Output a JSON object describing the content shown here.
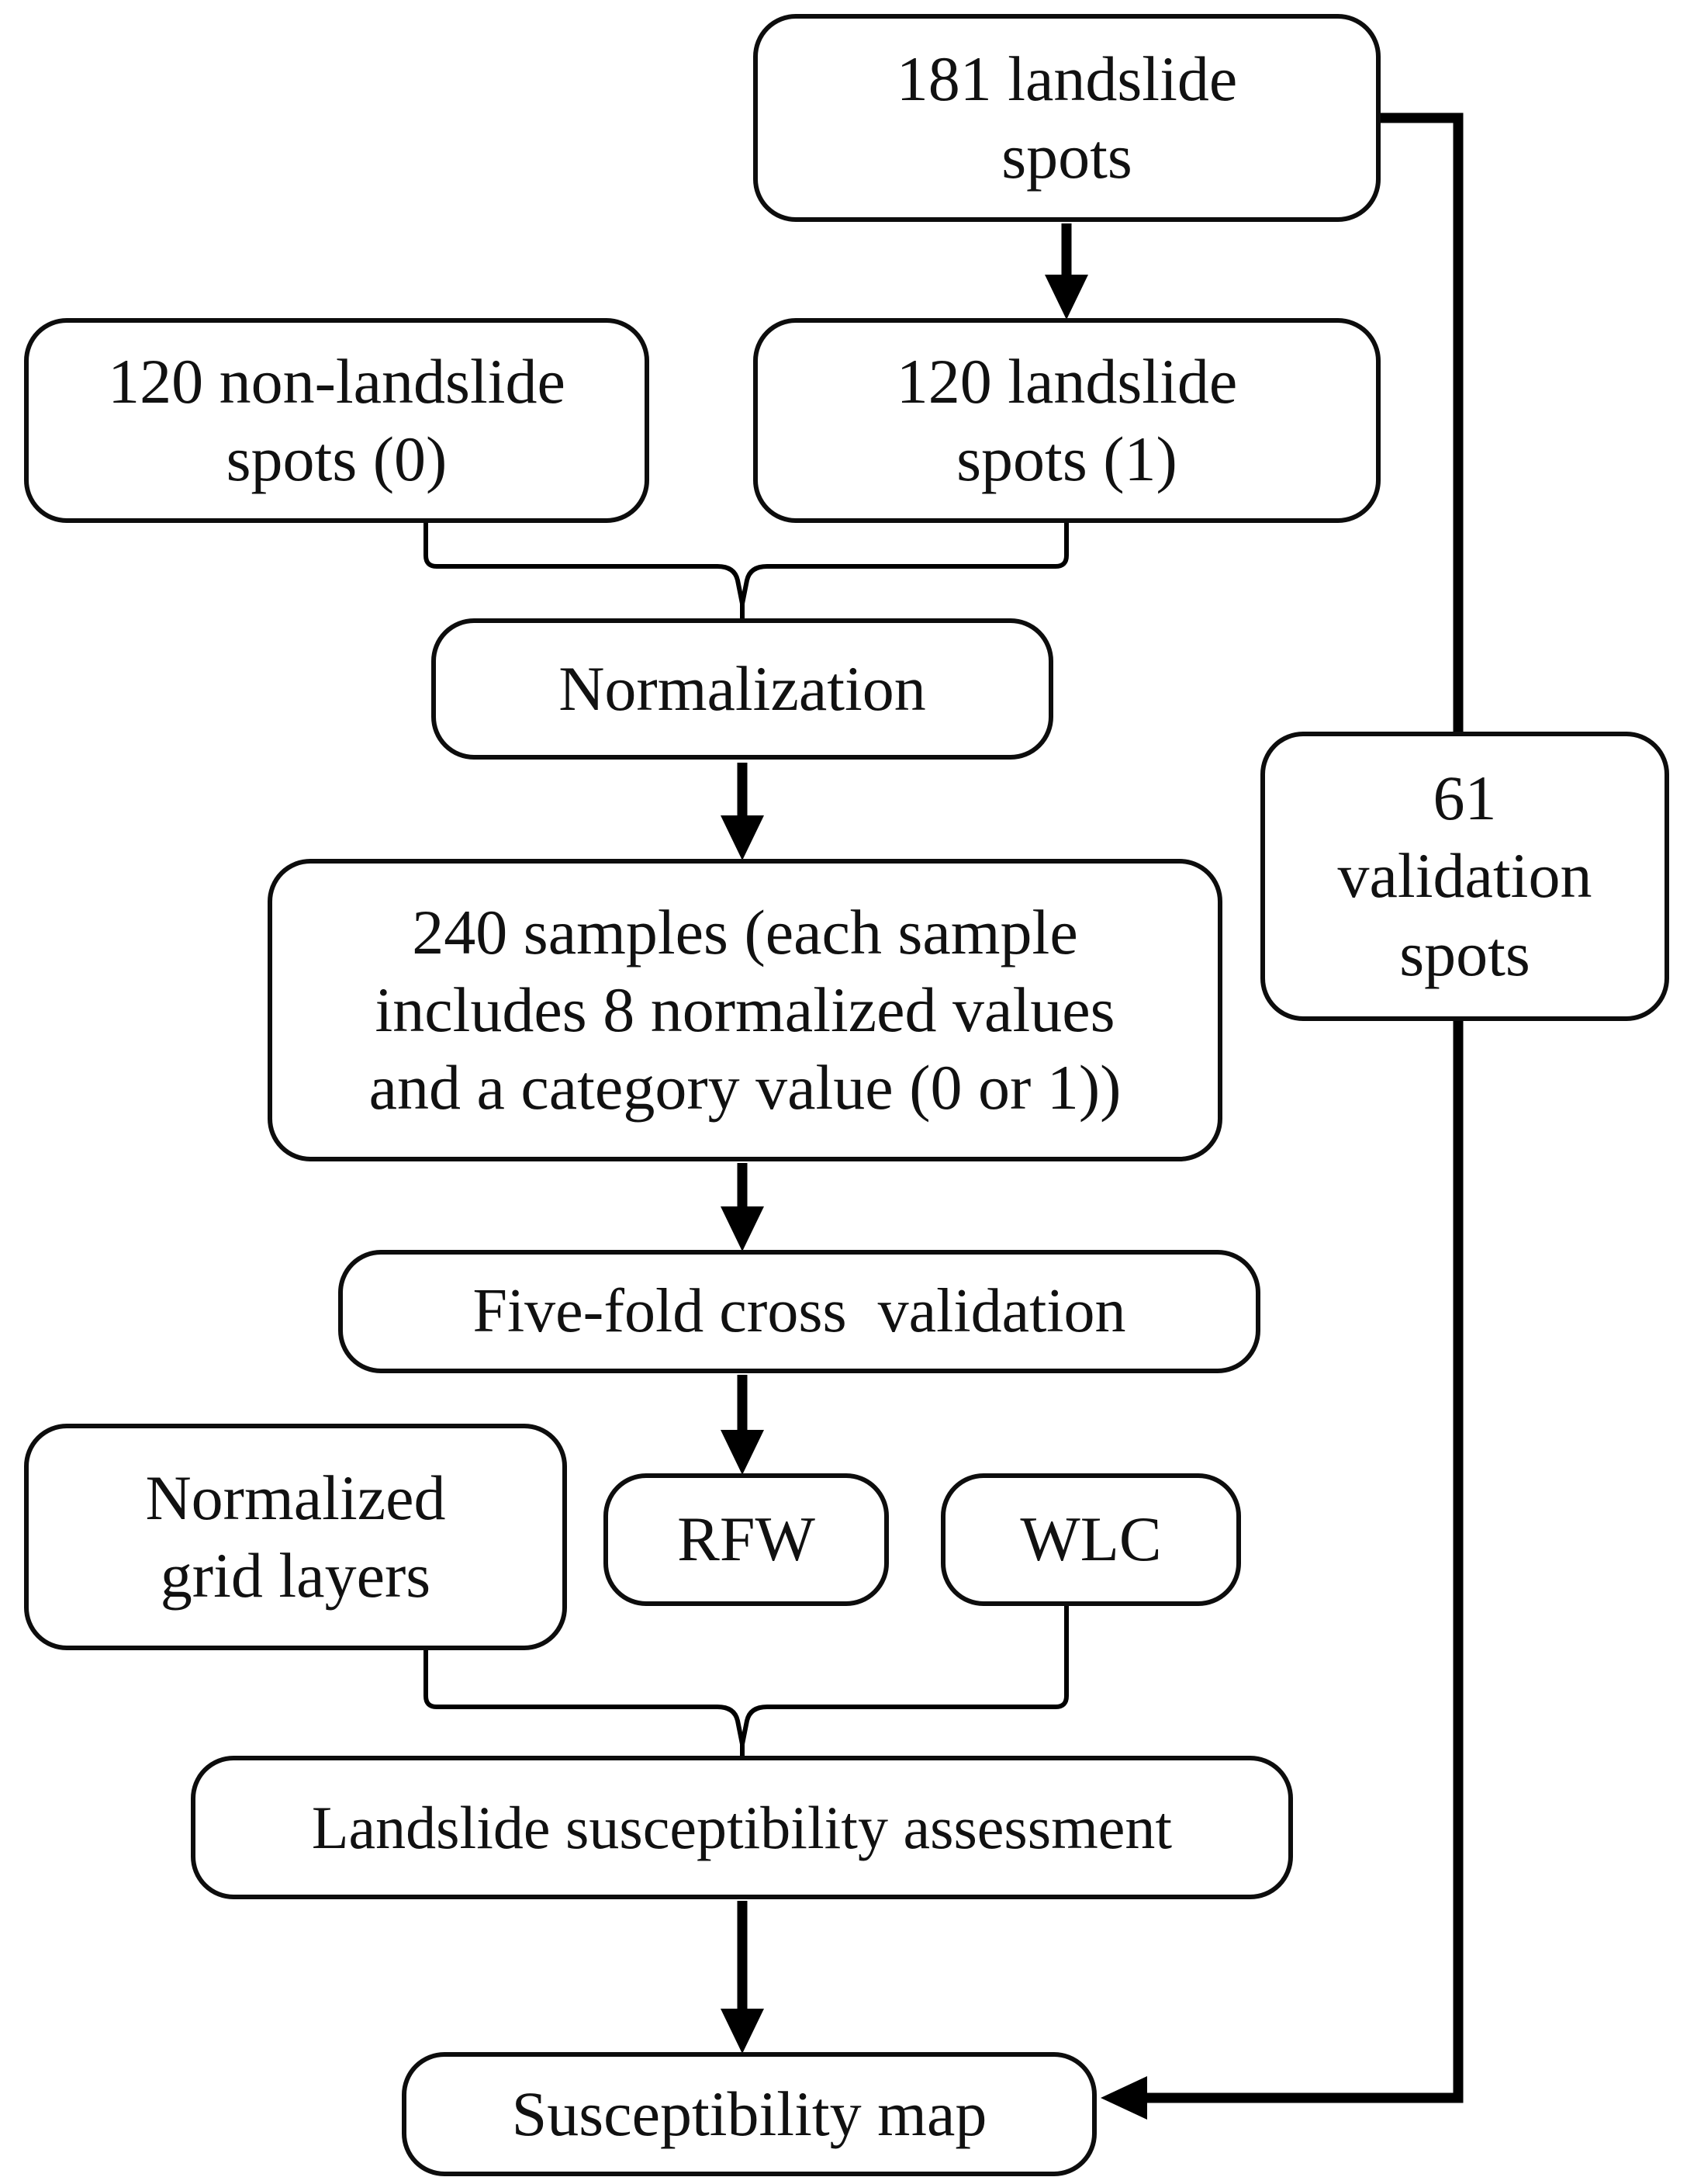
{
  "diagram": {
    "background": "#ffffff",
    "stroke_color": "#000000",
    "text_color": "#111111",
    "nodes": {
      "landslide_spots_181": {
        "label": "181 landslide\nspots"
      },
      "non_landslide_120": {
        "label": "120 non-landslide\nspots (0)"
      },
      "landslide_120": {
        "label": "120 landslide\nspots (1)"
      },
      "normalization": {
        "label": "Normalization"
      },
      "samples_240": {
        "label": "240 samples (each sample\nincludes 8 normalized values\nand a category value (0 or 1))"
      },
      "five_fold": {
        "label": "Five-fold cross  validation"
      },
      "rfw": {
        "label": "RFW"
      },
      "wlc": {
        "label": "WLC"
      },
      "grid_layers": {
        "label": "Normalized\ngrid layers"
      },
      "assessment": {
        "label": "Landslide susceptibility assessment"
      },
      "susceptibility_map": {
        "label": "Susceptibility map"
      },
      "validation_spots_61": {
        "label": "61\nvalidation\nspots"
      }
    },
    "edges": [
      {
        "from": "landslide_spots_181",
        "to": "landslide_120",
        "style": "thick-arrow"
      },
      {
        "from": "non_landslide_120",
        "to": "normalization",
        "style": "brace-merge"
      },
      {
        "from": "landslide_120",
        "to": "normalization",
        "style": "brace-merge"
      },
      {
        "from": "normalization",
        "to": "samples_240",
        "style": "thick-arrow"
      },
      {
        "from": "samples_240",
        "to": "five_fold",
        "style": "thick-arrow"
      },
      {
        "from": "five_fold",
        "to": "rfw",
        "style": "thick-arrow"
      },
      {
        "from": "grid_layers",
        "to": "assessment",
        "style": "brace-merge"
      },
      {
        "from": "wlc",
        "to": "assessment",
        "style": "brace-merge"
      },
      {
        "from": "assessment",
        "to": "susceptibility_map",
        "style": "thick-arrow"
      },
      {
        "from": "landslide_spots_181",
        "to": "susceptibility_map",
        "via": "validation_spots_61",
        "style": "thick-elbow-arrow"
      }
    ]
  }
}
